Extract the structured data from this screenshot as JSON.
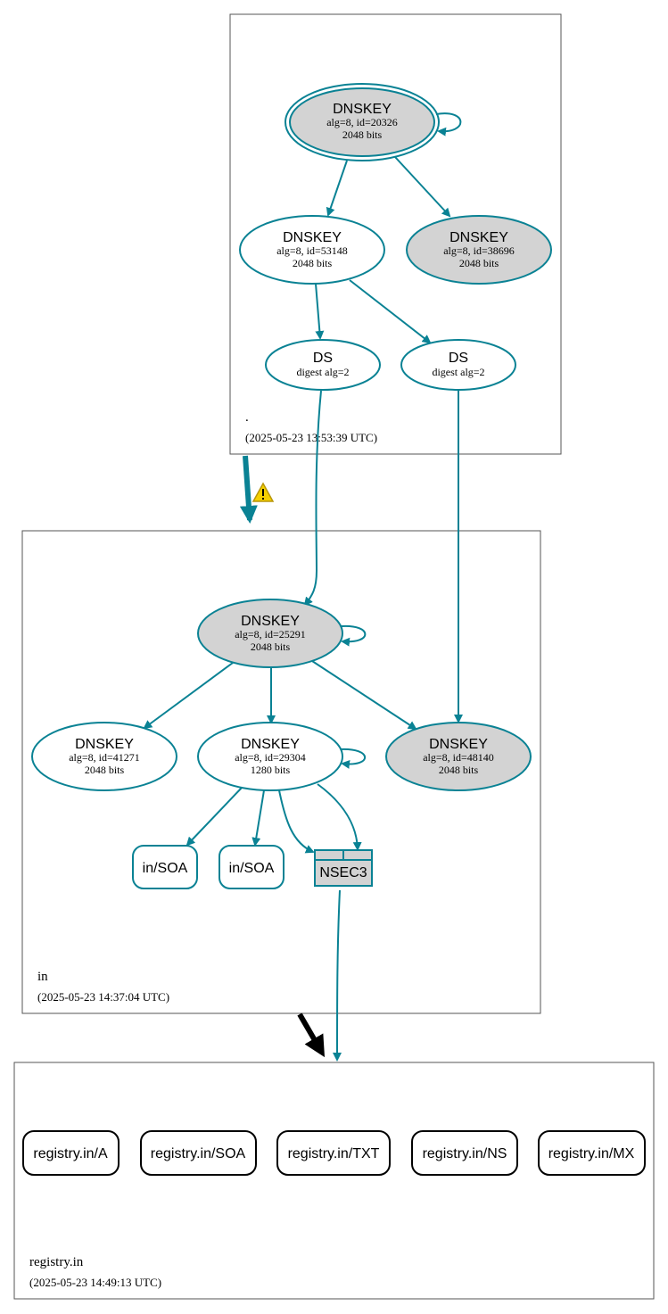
{
  "colors": {
    "edge": "#0a8294",
    "ksk_fill": "#d3d3d3",
    "zsk_fill": "#ffffff",
    "zone_border": "#555555",
    "warning": "#f5d000"
  },
  "zones": {
    "root": {
      "name": ".",
      "timestamp": "(2025-05-23 13:53:39 UTC)"
    },
    "in": {
      "name": "in",
      "timestamp": "(2025-05-23 14:37:04 UTC)"
    },
    "registry": {
      "name": "registry.in",
      "timestamp": "(2025-05-23 14:49:13 UTC)"
    }
  },
  "nodes": {
    "root_ksk": {
      "title": "DNSKEY",
      "details": "alg=8, id=20326",
      "size": "2048 bits"
    },
    "root_zsk": {
      "title": "DNSKEY",
      "details": "alg=8, id=53148",
      "size": "2048 bits"
    },
    "root_key3": {
      "title": "DNSKEY",
      "details": "alg=8, id=38696",
      "size": "2048 bits"
    },
    "root_ds1": {
      "title": "DS",
      "details": "digest alg=2"
    },
    "root_ds2": {
      "title": "DS",
      "details": "digest alg=2"
    },
    "in_ksk": {
      "title": "DNSKEY",
      "details": "alg=8, id=25291",
      "size": "2048 bits"
    },
    "in_key_41271": {
      "title": "DNSKEY",
      "details": "alg=8, id=41271",
      "size": "2048 bits"
    },
    "in_zsk": {
      "title": "DNSKEY",
      "details": "alg=8, id=29304",
      "size": "1280 bits"
    },
    "in_key_48140": {
      "title": "DNSKEY",
      "details": "alg=8, id=48140",
      "size": "2048 bits"
    },
    "in_soa_1": {
      "label": "in/SOA"
    },
    "in_soa_2": {
      "label": "in/SOA"
    },
    "in_nsec3": {
      "label": "NSEC3"
    }
  },
  "records": {
    "a": "registry.in/A",
    "soa": "registry.in/SOA",
    "txt": "registry.in/TXT",
    "ns": "registry.in/NS",
    "mx": "registry.in/MX"
  },
  "warning_icon": "warning-triangle-icon"
}
